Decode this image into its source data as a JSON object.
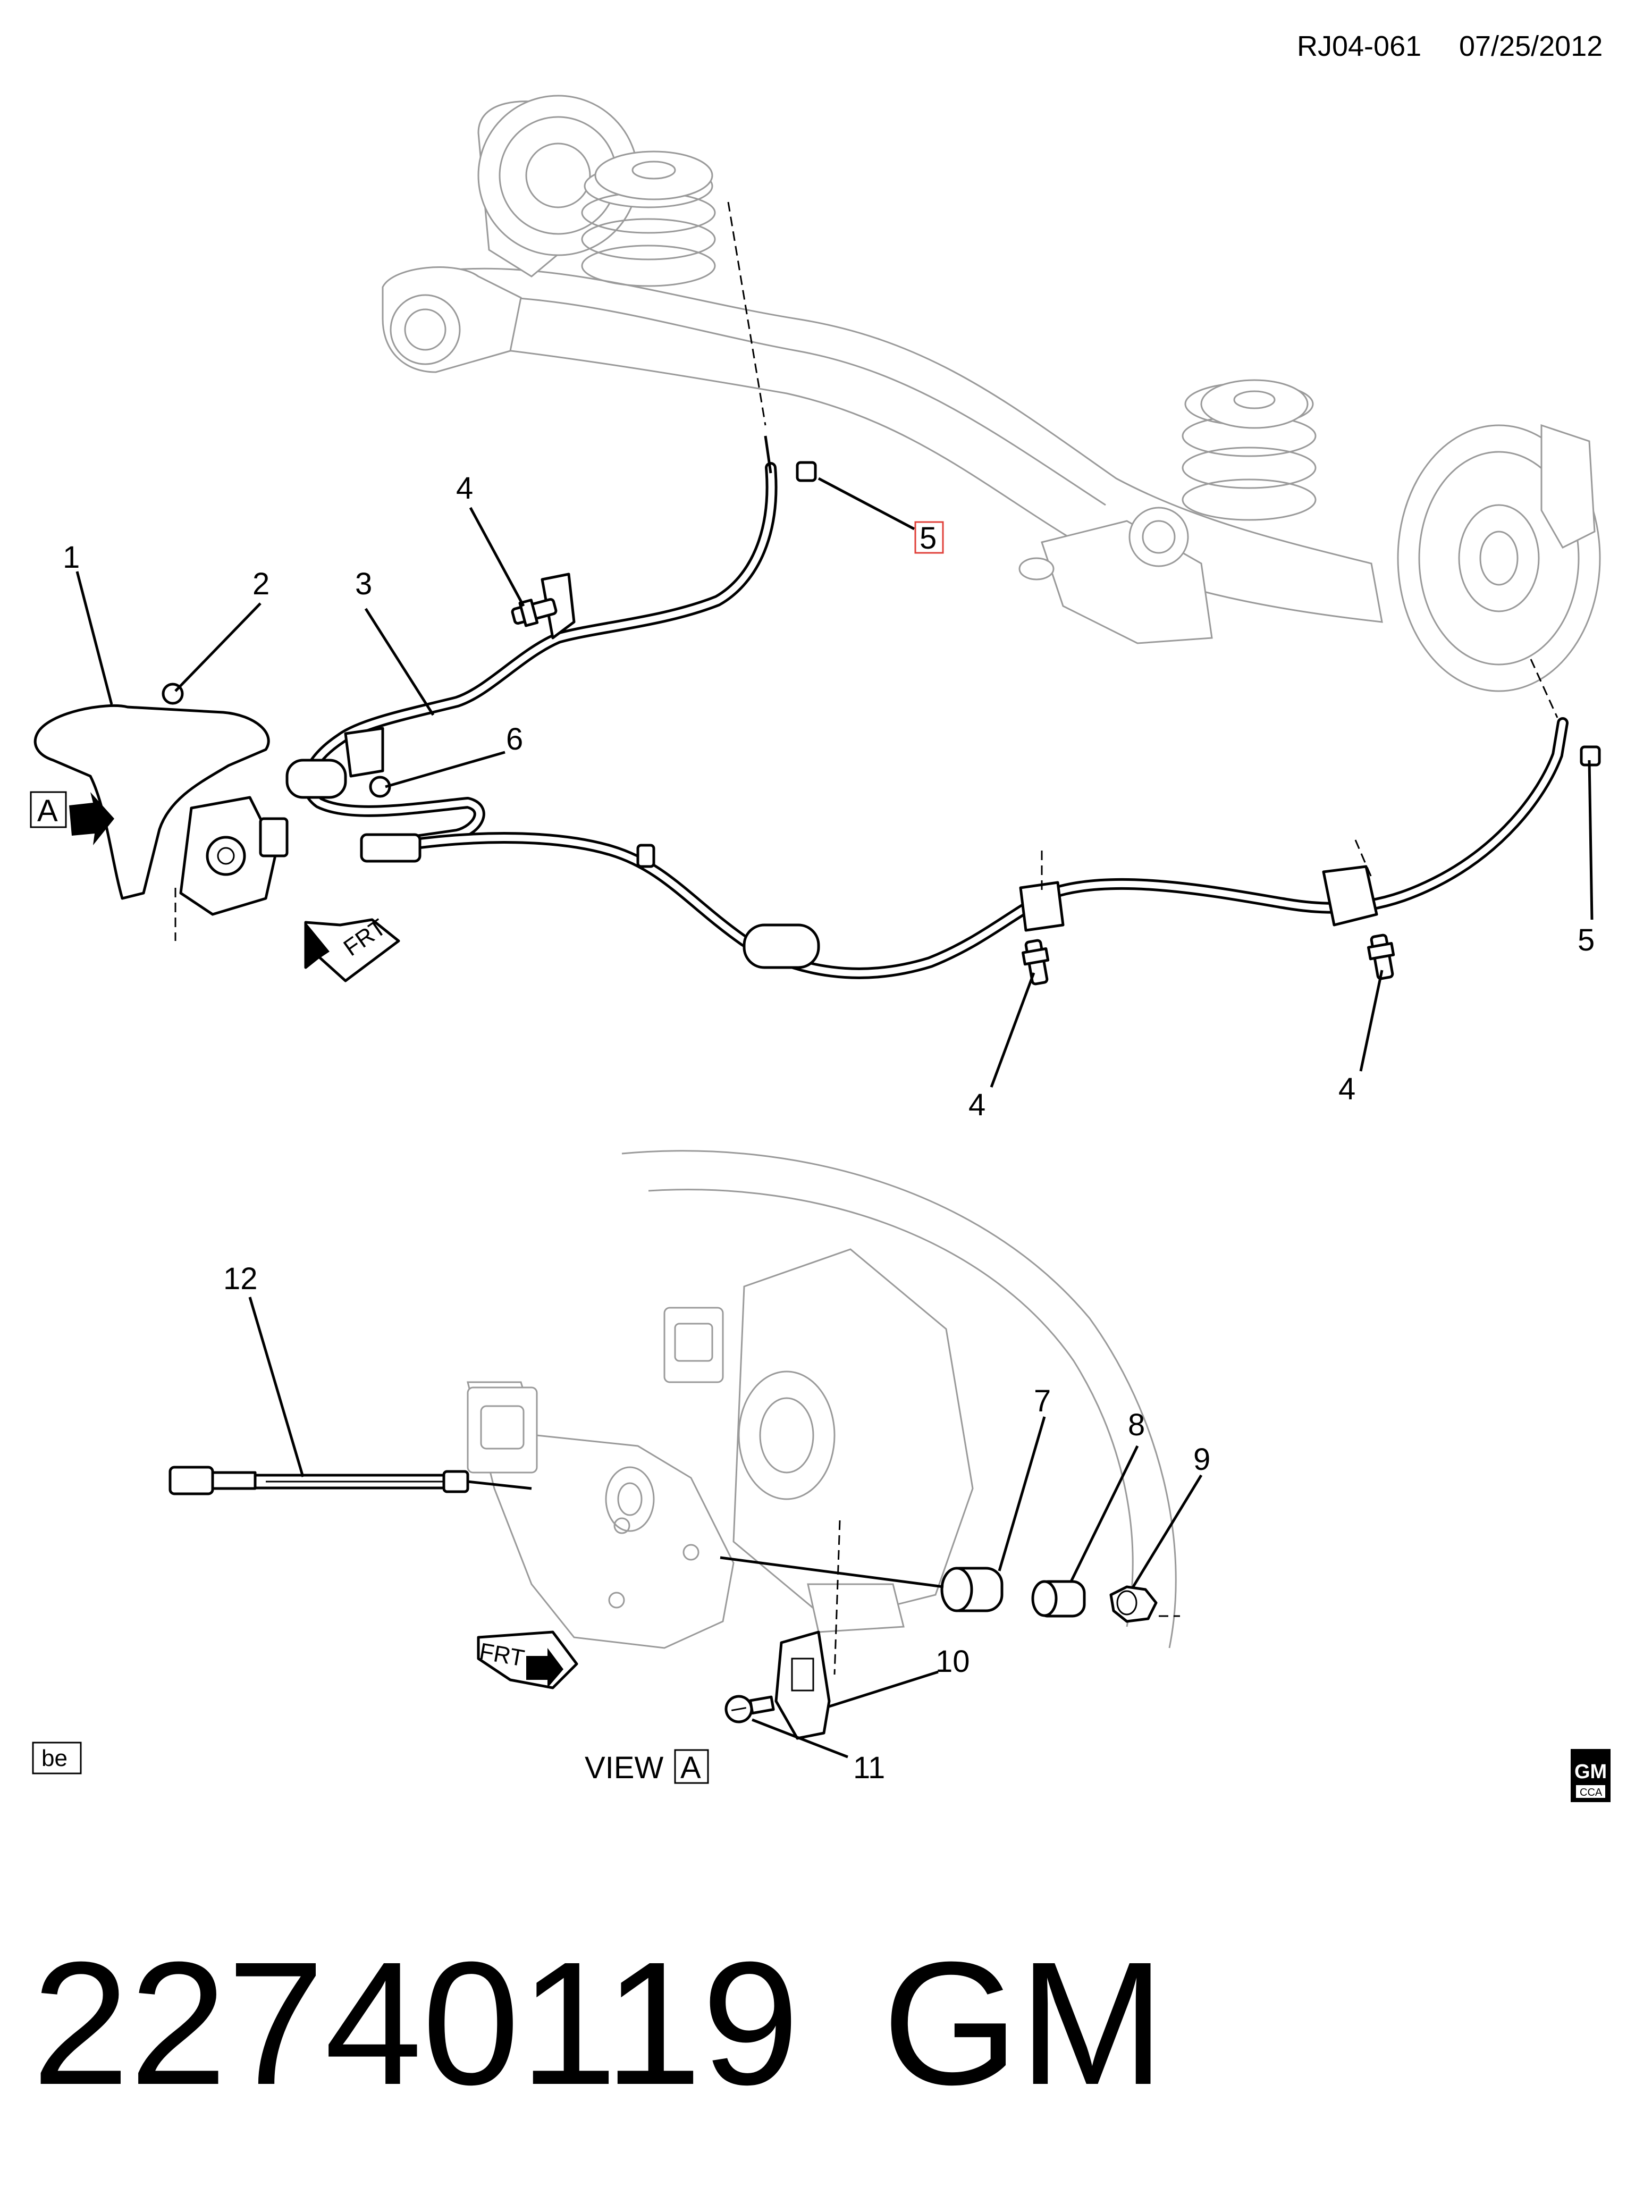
{
  "header": {
    "diagram_code": "RJ04-061",
    "date": "07/25/2012"
  },
  "callouts": [
    "1",
    "2",
    "3",
    "4",
    "4",
    "4",
    "5",
    "5",
    "6",
    "7",
    "8",
    "9",
    "10",
    "11",
    "12"
  ],
  "view_label": {
    "prefix": "VIEW",
    "letter": "A"
  },
  "arrow_marker": "A",
  "direction_label": "FRT",
  "corner_tag": "be",
  "logo": {
    "top": "GM",
    "bottom": "CCA"
  },
  "part_number": "22740119",
  "brand": "GM",
  "colors": {
    "ink": "#000000",
    "ghost": "#9a9a9a",
    "highlight": "#e0403a"
  }
}
